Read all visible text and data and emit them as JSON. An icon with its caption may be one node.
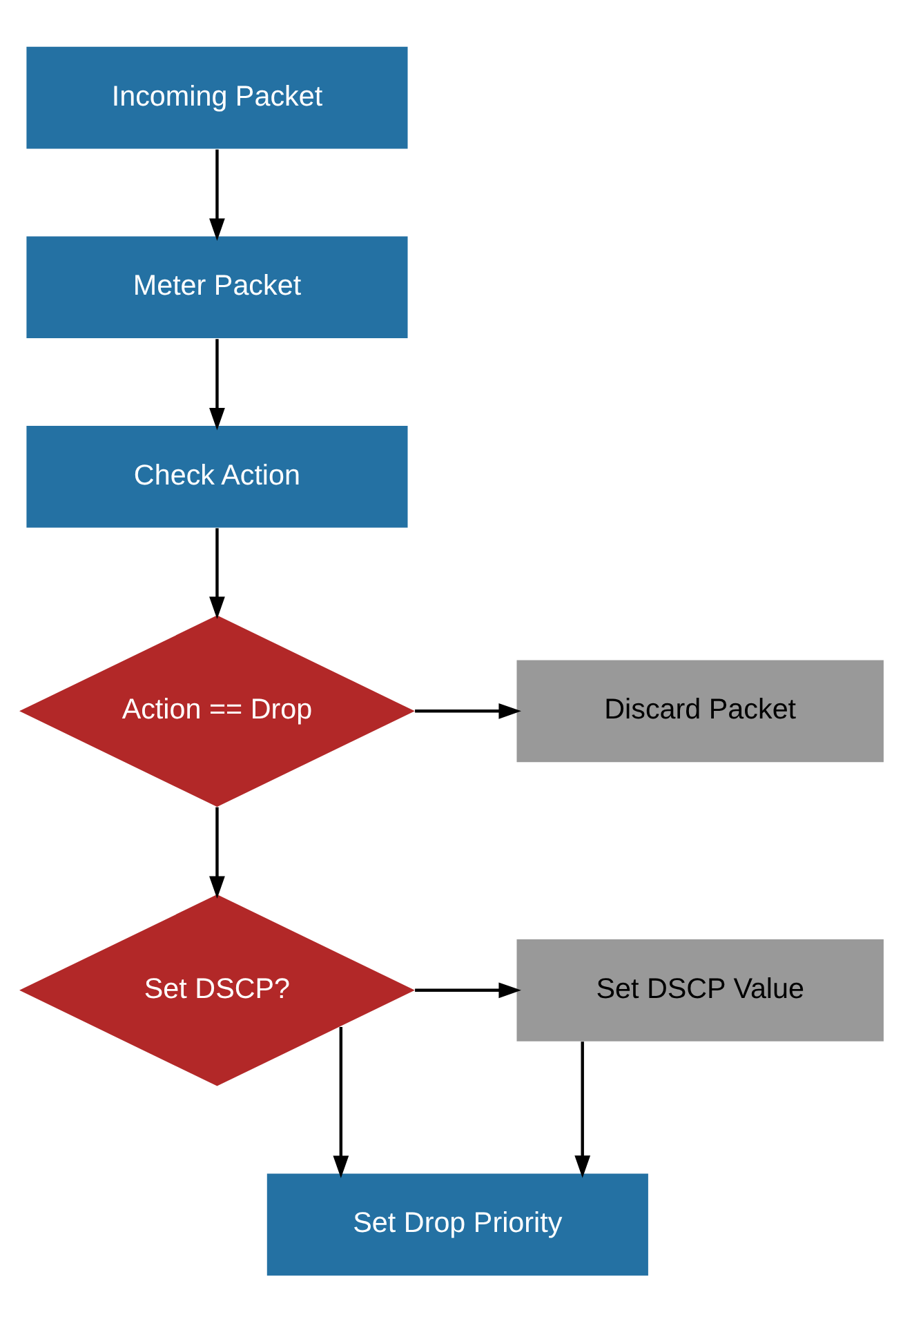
{
  "diagram": {
    "nodes": [
      {
        "text": [
          "Incoming Packet"
        ]
      },
      {
        "text": [
          "Meter Packet"
        ]
      },
      {
        "text": [
          "Check Action"
        ]
      },
      {
        "text": [
          "Action == Drop"
        ]
      },
      {
        "text": [
          "Discard Packet"
        ]
      },
      {
        "text": [
          "Set DSCP?"
        ]
      },
      {
        "text": [
          "Set DSCP Value"
        ]
      },
      {
        "text": [
          "Set Drop Priority"
        ]
      }
    ],
    "edges": [
      {
        "from": 0,
        "to": 1,
        "arrow": "to"
      },
      {
        "from": 1,
        "to": 2,
        "arrow": "to"
      },
      {
        "from": 2,
        "to": 3,
        "arrow": "to"
      },
      {
        "from": 3,
        "to": 4,
        "arrow": "to"
      },
      {
        "from": 3,
        "to": 5,
        "arrow": "to"
      },
      {
        "from": 5,
        "to": 6,
        "arrow": "to"
      },
      {
        "from": 5,
        "to": 7,
        "arrow": "to"
      },
      {
        "from": 6,
        "to": 7,
        "arrow": "to"
      }
    ]
  }
}
